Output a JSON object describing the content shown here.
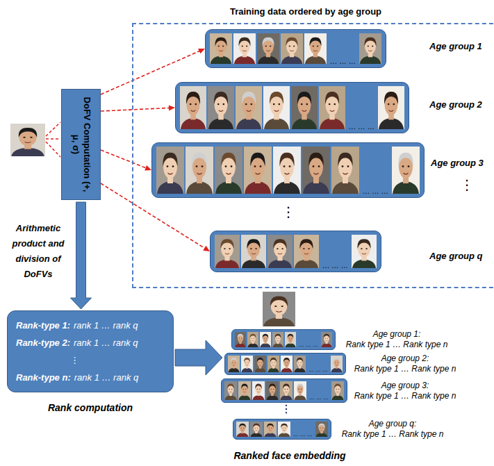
{
  "diagram": {
    "caption": "Ranked face embedding",
    "nodes": [
      {
        "text": [
          "Training data ordered by age group"
        ]
      },
      {
        "text": [
          "... ... ...",
          "Age group 1"
        ],
        "in": 0
      },
      {
        "text": [
          "... ... ...",
          "Age group 2"
        ],
        "in": 0
      },
      {
        "text": [
          "... ... ...",
          "Age group 3"
        ],
        "in": 0
      },
      {
        "text": [
          "... ... ...",
          "Age group q"
        ],
        "in": 0
      },
      {
        "text": [
          "DoFV Computation (+, μ, σ)"
        ]
      },
      {
        "text": [
          "Rank-type 1:",
          "rank 1 … rank q",
          "Rank-type 2:",
          "rank 1 … rank q",
          "⋮",
          "Rank-type n:",
          "rank 1 … rank q",
          "Rank computation"
        ]
      },
      {
        "text": [
          "... ... ...",
          "Age group 1:",
          "Rank type 1 … Rank type n"
        ]
      },
      {
        "text": [
          "... ... ...",
          "Age group 2:",
          "Rank type 1 … Rank type n"
        ]
      },
      {
        "text": [
          "... ... ...",
          "Age group 3:",
          "Rank type 1 … Rank type n"
        ]
      },
      {
        "text": [
          "... ... ...",
          "Age group q:",
          "Rank type 1 … Rank type n"
        ]
      }
    ],
    "edges": [
      {
        "from": 5,
        "to": 1,
        "arrow": "to"
      },
      {
        "from": 5,
        "to": 2,
        "arrow": "to"
      },
      {
        "from": 5,
        "to": 3,
        "arrow": "to"
      },
      {
        "from": 5,
        "to": 4,
        "arrow": "to"
      },
      {
        "from": 5,
        "to": 6,
        "label": "Arithmetic product and division of DoFVs",
        "arrow": "to"
      },
      {
        "from": 6,
        "to": 8,
        "arrow": "to"
      }
    ],
    "labels": [
      "⋮",
      "⋮",
      "⋮"
    ]
  }
}
